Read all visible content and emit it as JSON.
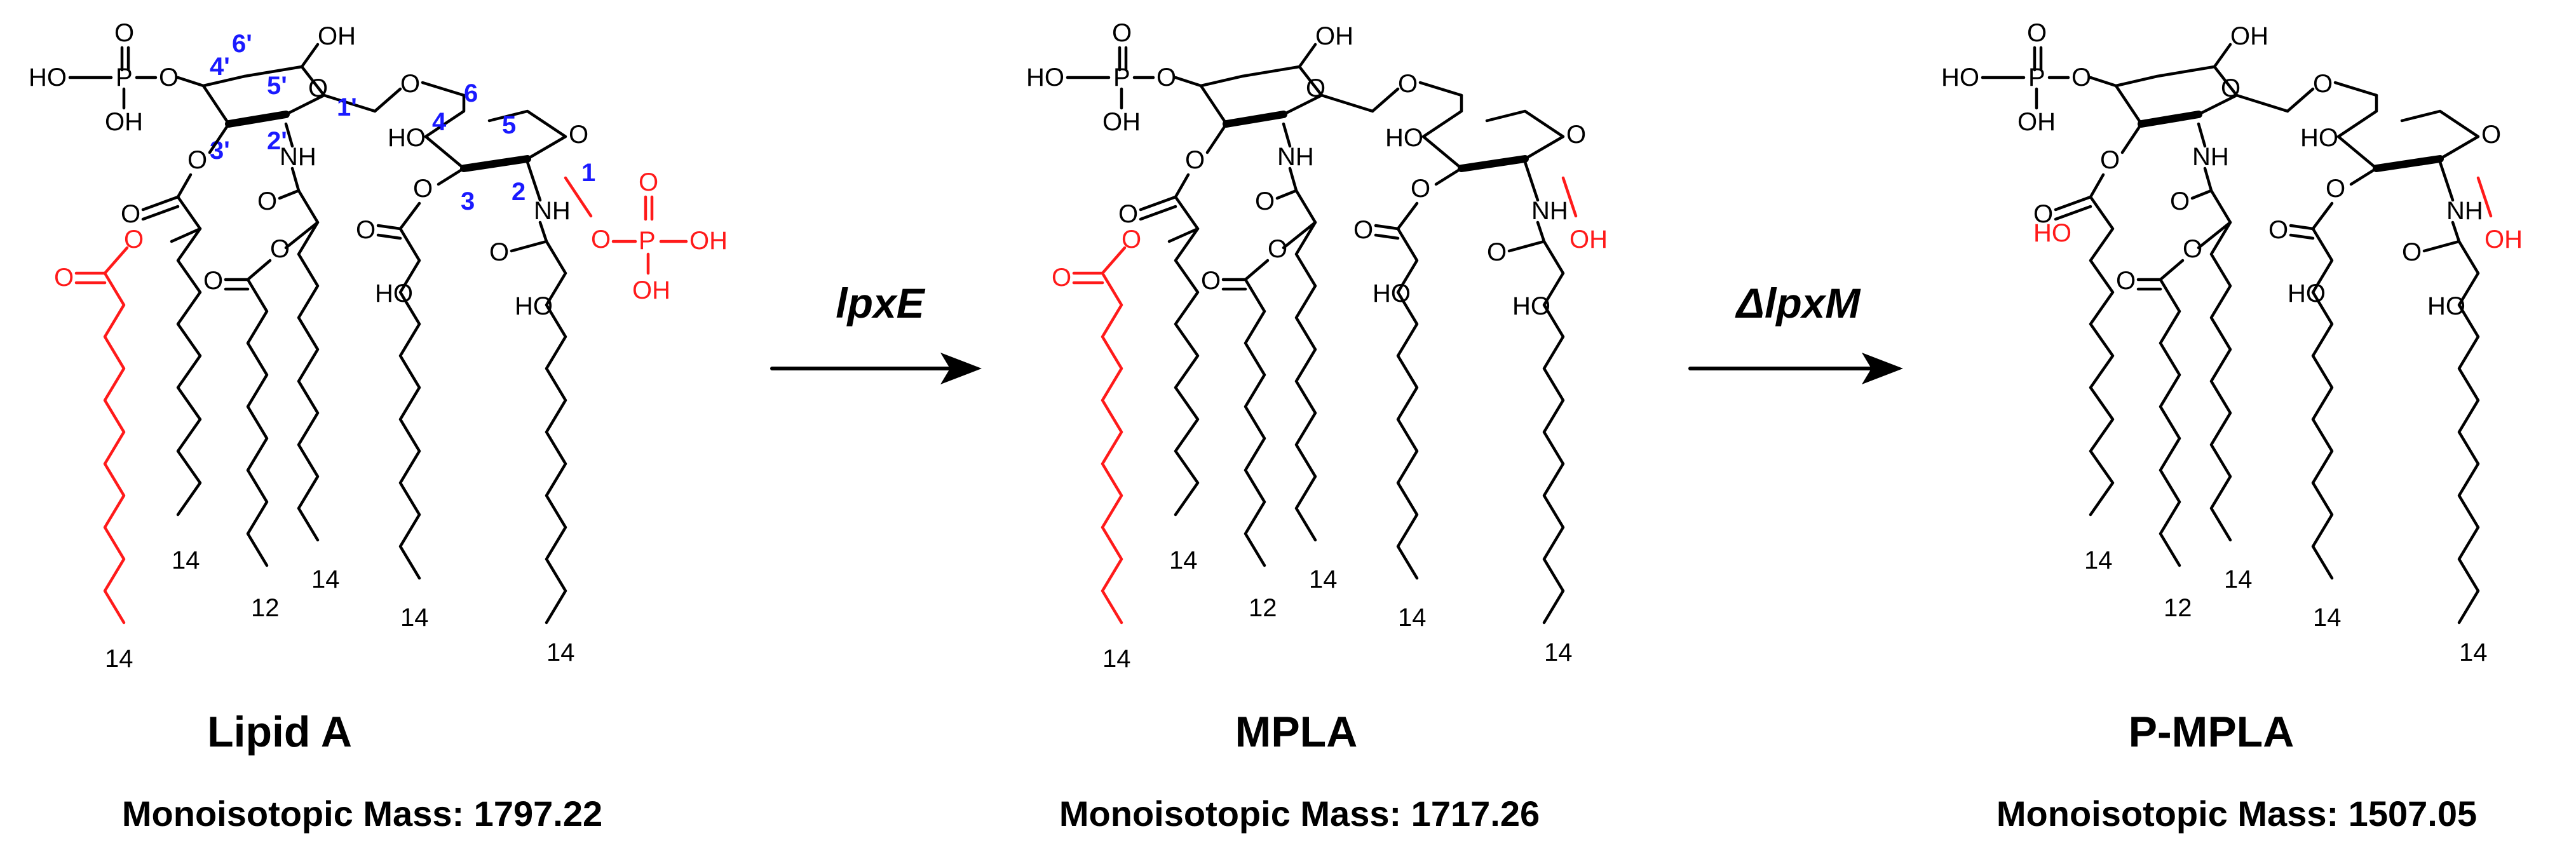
{
  "colors": {
    "modified": "#ff1a1a",
    "numbering": "#1a1aff",
    "text": "#000000"
  },
  "structures": [
    {
      "name": "Lipid A",
      "mass": "Monoisotopic Mass: 1797.22",
      "chain_lengths": [
        "14",
        "14",
        "12",
        "14",
        "14",
        "14"
      ],
      "numbering": [
        "1",
        "2",
        "3",
        "4",
        "5",
        "6",
        "1'",
        "2'",
        "3'",
        "4'",
        "5'",
        "6'"
      ]
    },
    {
      "name": "MPLA",
      "mass": "Monoisotopic Mass: 1717.26",
      "chain_lengths": [
        "14",
        "14",
        "12",
        "14",
        "14",
        "14"
      ]
    },
    {
      "name": "P-MPLA",
      "mass": "Monoisotopic Mass: 1507.05",
      "chain_lengths": [
        "14",
        "12",
        "14",
        "14",
        "14"
      ]
    }
  ],
  "arrows": [
    {
      "label": "lpxE"
    },
    {
      "label": "ΔlpxM"
    }
  ],
  "atoms": {
    "oh": "OH",
    "ho": "HO",
    "o": "O",
    "p": "P",
    "nh": "NH"
  }
}
